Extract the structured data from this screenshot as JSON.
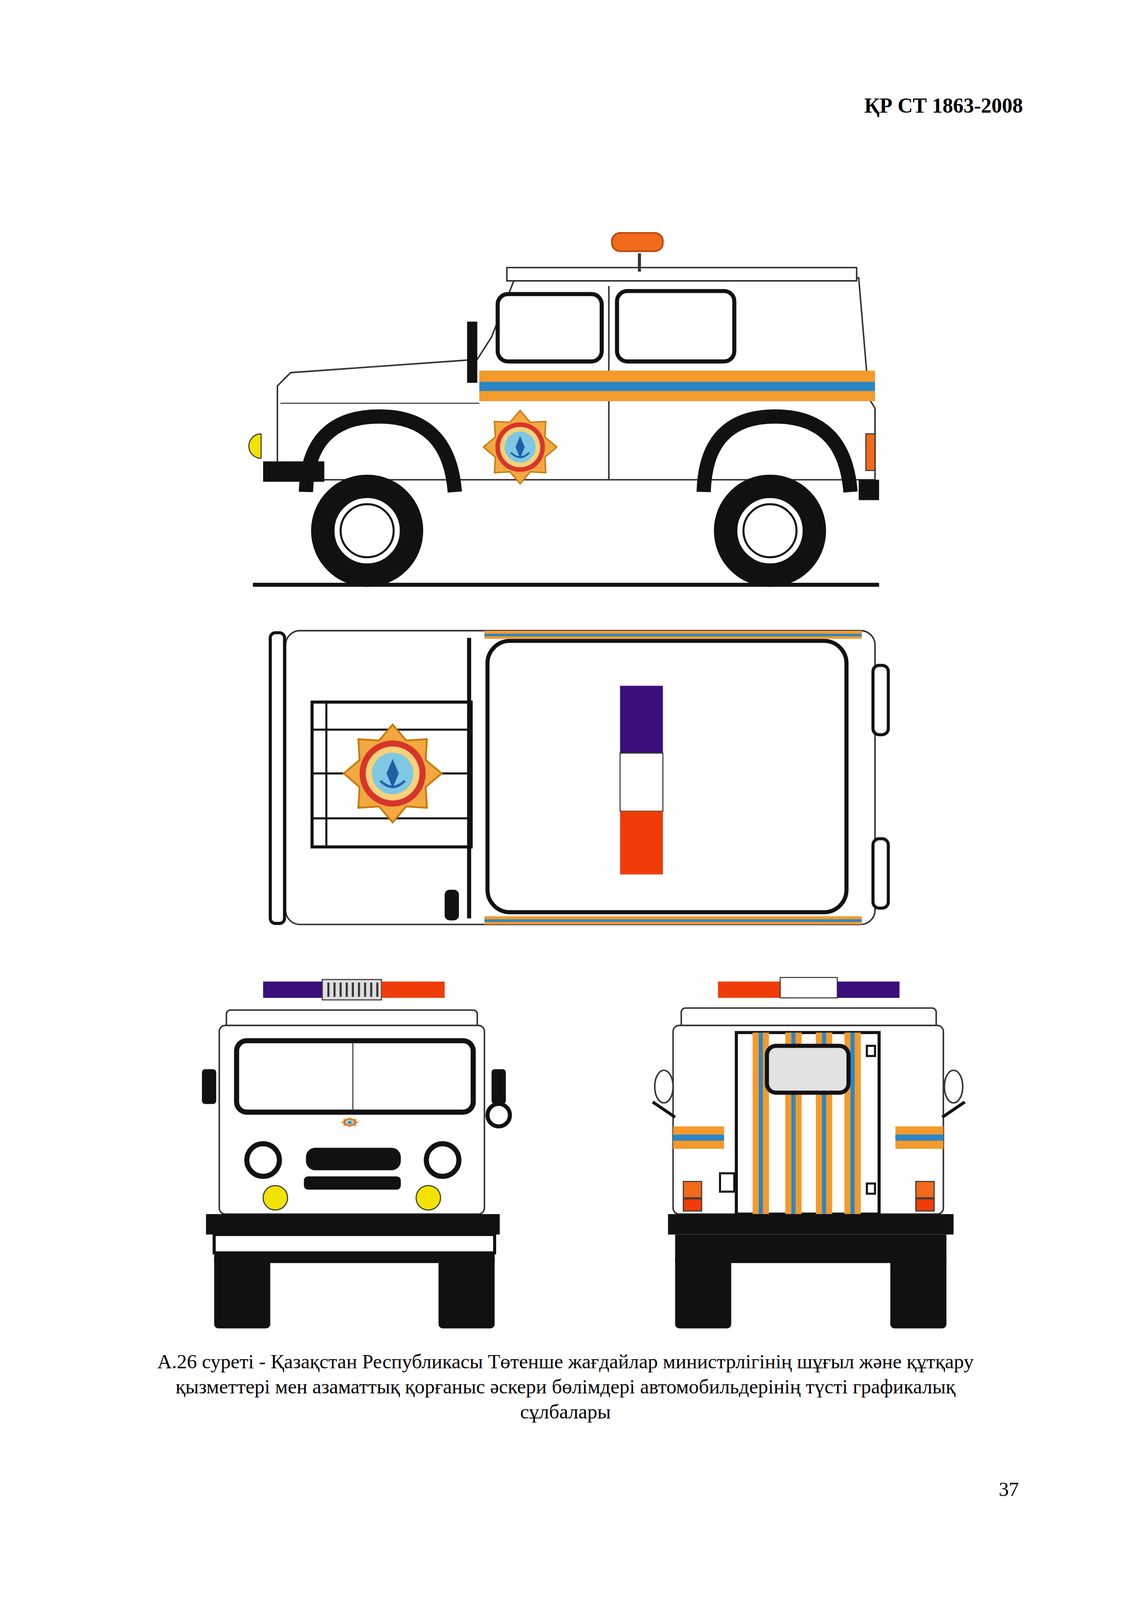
{
  "diagram": {
    "caption": "А.26 суреті - Қазақстан Республикасы Төтенше жағдайлар министрлігінің шұғыл және құтқару қызметтері мен азаматтық қорғаныс әскери бөлімдері автомобильдерінің түсті графикалық сұлбалары",
    "labels": [
      "ҚР СТ 1863-2008",
      "37"
    ]
  }
}
